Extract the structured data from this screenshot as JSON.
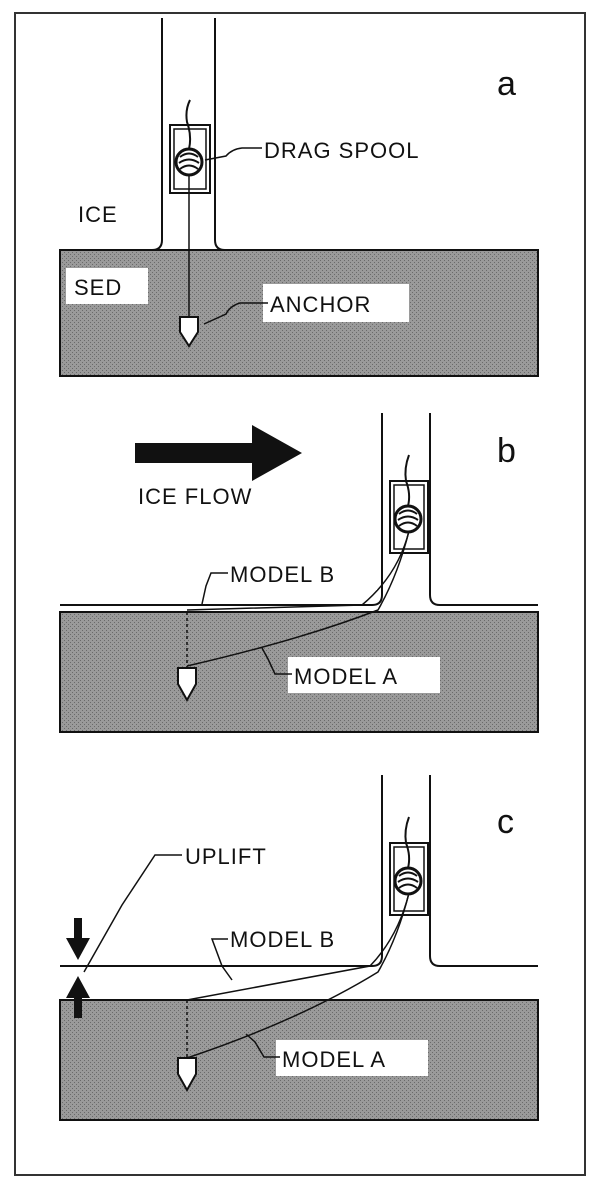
{
  "panels": {
    "a": {
      "letter": "a",
      "labels": {
        "ice": "ICE",
        "drag_spool": "DRAG SPOOL",
        "sed": "SED",
        "anchor": "ANCHOR"
      }
    },
    "b": {
      "letter": "b",
      "labels": {
        "ice_flow": "ICE FLOW",
        "model_b": "MODEL B",
        "model_a": "MODEL A"
      }
    },
    "c": {
      "letter": "c",
      "labels": {
        "uplift": "UPLIFT",
        "model_b": "MODEL B",
        "model_a": "MODEL A"
      }
    }
  },
  "colors": {
    "sediment_fill": "#8f8f8f",
    "line": "#111111",
    "label_background": "#ffffff",
    "frame": "#333333"
  }
}
